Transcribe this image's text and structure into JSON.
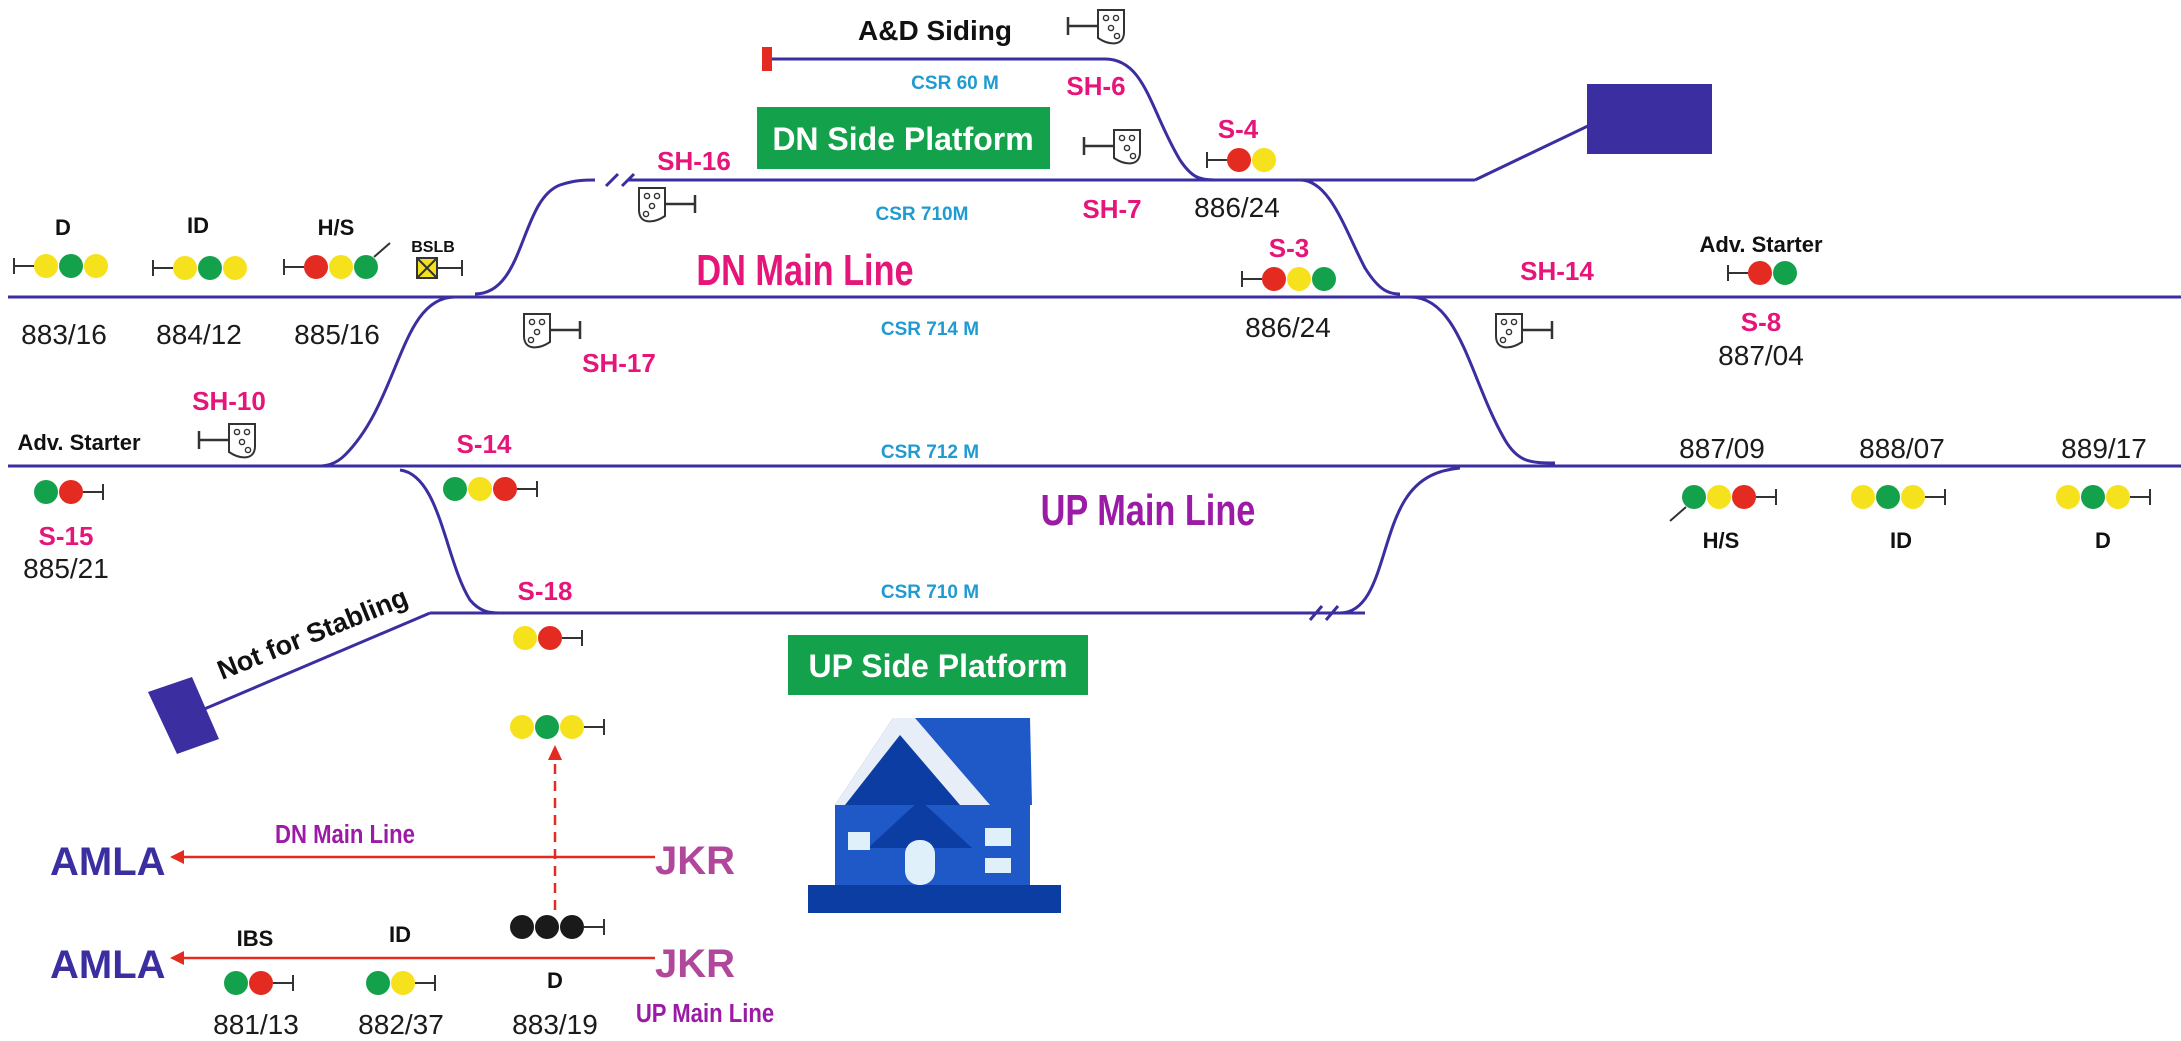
{
  "siding": {
    "title": "A&D Siding",
    "csr": "CSR 60 M"
  },
  "platforms": {
    "dn": "DN Side Platform",
    "up": "UP Side Platform"
  },
  "lines": {
    "dn_main": "DN Main Line",
    "up_main": "UP Main Line",
    "csr_dn_loop": "CSR 710M",
    "csr_dn_main": "CSR 714 M",
    "csr_up_main": "CSR 712 M",
    "csr_up_loop": "CSR 710 M"
  },
  "stabling": "Not for Stabling",
  "bslb": "BSLB",
  "shunt_signals": {
    "sh6": "SH-6",
    "sh7": "SH-7",
    "sh16": "SH-16",
    "sh17": "SH-17",
    "sh14": "SH-14",
    "sh10": "SH-10"
  },
  "signals": {
    "s4": {
      "name": "S-4",
      "km": "886/24"
    },
    "s3": {
      "name": "S-3",
      "km": "886/24"
    },
    "s8": {
      "name": "S-8",
      "label": "Adv. Starter",
      "km": "887/04"
    },
    "s14": {
      "name": "S-14"
    },
    "s15": {
      "name": "S-15",
      "label": "Adv. Starter",
      "km": "885/21"
    },
    "s18": {
      "name": "S-18"
    }
  },
  "dn_approach": [
    {
      "label": "D",
      "km": "883/16"
    },
    {
      "label": "ID",
      "km": "884/12"
    },
    {
      "label": "H/S",
      "km": "885/16"
    }
  ],
  "up_approach": [
    {
      "label": "H/S",
      "km": "887/09"
    },
    {
      "label": "ID",
      "km": "888/07"
    },
    {
      "label": "D",
      "km": "889/17"
    }
  ],
  "legend": {
    "station_a": "AMLA",
    "station_j": "JKR",
    "dn_line": "DN Main Line",
    "up_line": "UP Main Line",
    "signals": [
      {
        "label": "IBS",
        "km": "881/13"
      },
      {
        "label": "ID",
        "km": "882/37"
      },
      {
        "label": "D",
        "km": "883/19"
      }
    ]
  },
  "colors": {
    "track": "#3a2ea0",
    "red": "#e32b22",
    "yellow": "#f6e11d",
    "green": "#14a14b",
    "platform": "#14a14b",
    "signal_name": "#e6157a",
    "csr": "#1f9bd1",
    "black": "#1a1a1a"
  }
}
